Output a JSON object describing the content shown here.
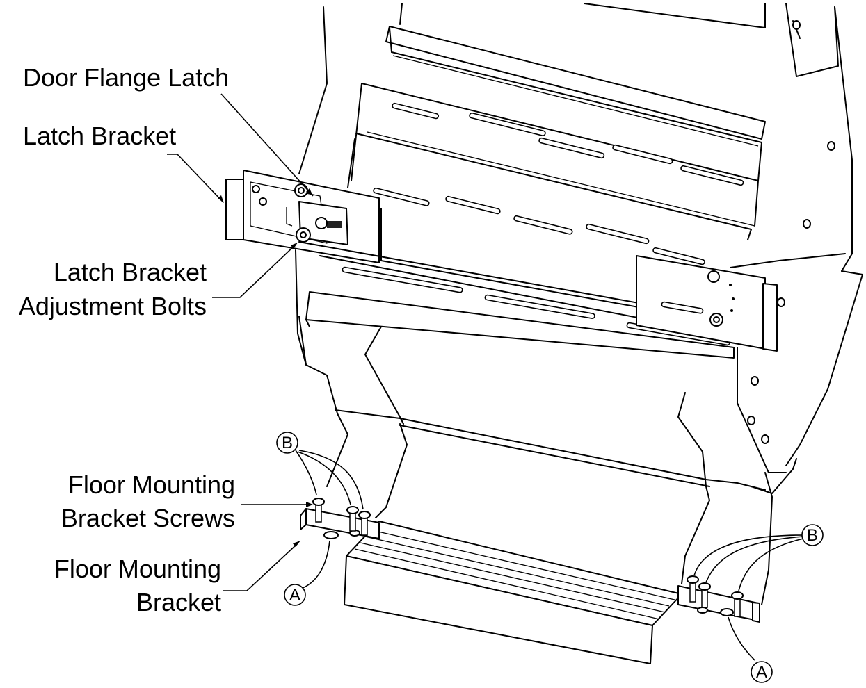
{
  "labels": {
    "door_flange_latch": "Door Flange Latch",
    "latch_bracket": "Latch Bracket",
    "latch_bracket_adjustment_bolts_line1": "Latch Bracket",
    "latch_bracket_adjustment_bolts_line2": "Adjustment Bolts",
    "floor_mounting_bracket_screws_line1": "Floor Mounting",
    "floor_mounting_bracket_screws_line2": "Bracket Screws",
    "floor_mounting_bracket_line1": "Floor Mounting",
    "floor_mounting_bracket_line2": "Bracket"
  },
  "callouts": {
    "b_left": "B",
    "b_right": "B",
    "a_left": "A",
    "a_right": "A"
  }
}
